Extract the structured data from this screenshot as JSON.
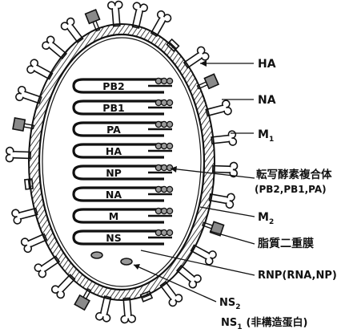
{
  "diagram": {
    "segments": [
      "PB2",
      "PB1",
      "PA",
      "HA",
      "NP",
      "NA",
      "M",
      "NS"
    ],
    "labels": {
      "ha": "HA",
      "na": "NA",
      "m1_main": "M",
      "m1_sub": "1",
      "polymerase_line1": "転写酵素複合体",
      "polymerase_line2": "(PB2,PB1,PA)",
      "m2_main": "M",
      "m2_sub": "2",
      "lipid": "脂質二重膜",
      "rnp": "RNP(RNA,NP)",
      "ns2_main": "NS",
      "ns2_sub": "2",
      "ns1_main": "NS",
      "ns1_sub": "1",
      "ns1_note": "(非構造蛋白)"
    },
    "colors": {
      "ink": "#111111",
      "fill": "#ffffff",
      "gray": "#8a8a8a"
    }
  }
}
